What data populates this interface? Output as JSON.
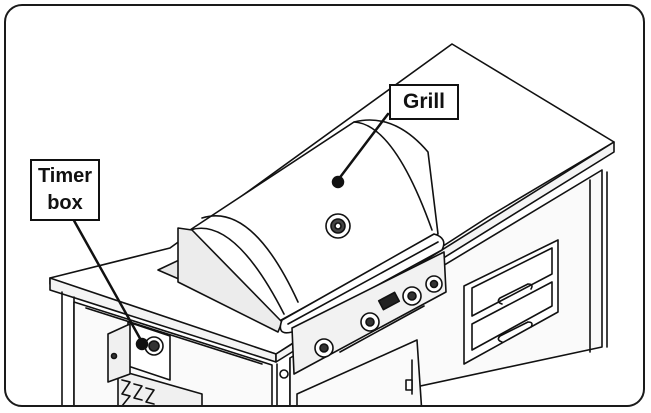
{
  "callouts": {
    "grill": "Grill",
    "timer_line1": "Timer",
    "timer_line2": "box"
  },
  "colors": {
    "line": "#111111",
    "fill": "#ffffff",
    "shade": "#d0d0d0",
    "dark": "#222222"
  }
}
